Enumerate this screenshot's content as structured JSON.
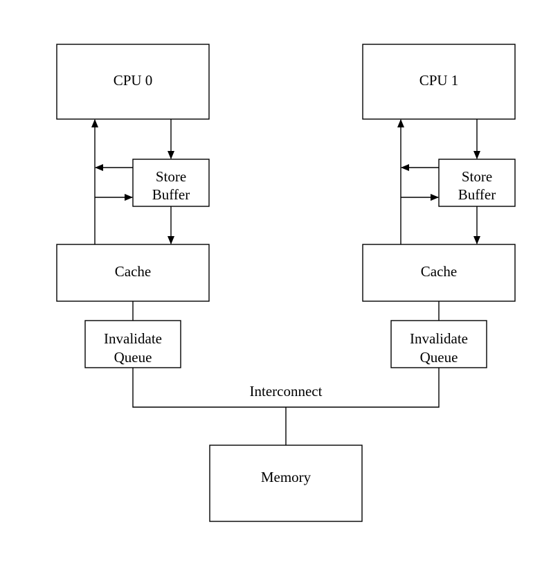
{
  "diagram": {
    "cpu0": {
      "label": "CPU 0"
    },
    "cpu1": {
      "label": "CPU 1"
    },
    "store_buffer0": {
      "line1": "Store",
      "line2": "Buffer"
    },
    "store_buffer1": {
      "line1": "Store",
      "line2": "Buffer"
    },
    "cache0": {
      "label": "Cache"
    },
    "cache1": {
      "label": "Cache"
    },
    "invalidate_queue0": {
      "line1": "Invalidate",
      "line2": "Queue"
    },
    "invalidate_queue1": {
      "line1": "Invalidate",
      "line2": "Queue"
    },
    "interconnect": {
      "label": "Interconnect"
    },
    "memory": {
      "label": "Memory"
    }
  }
}
